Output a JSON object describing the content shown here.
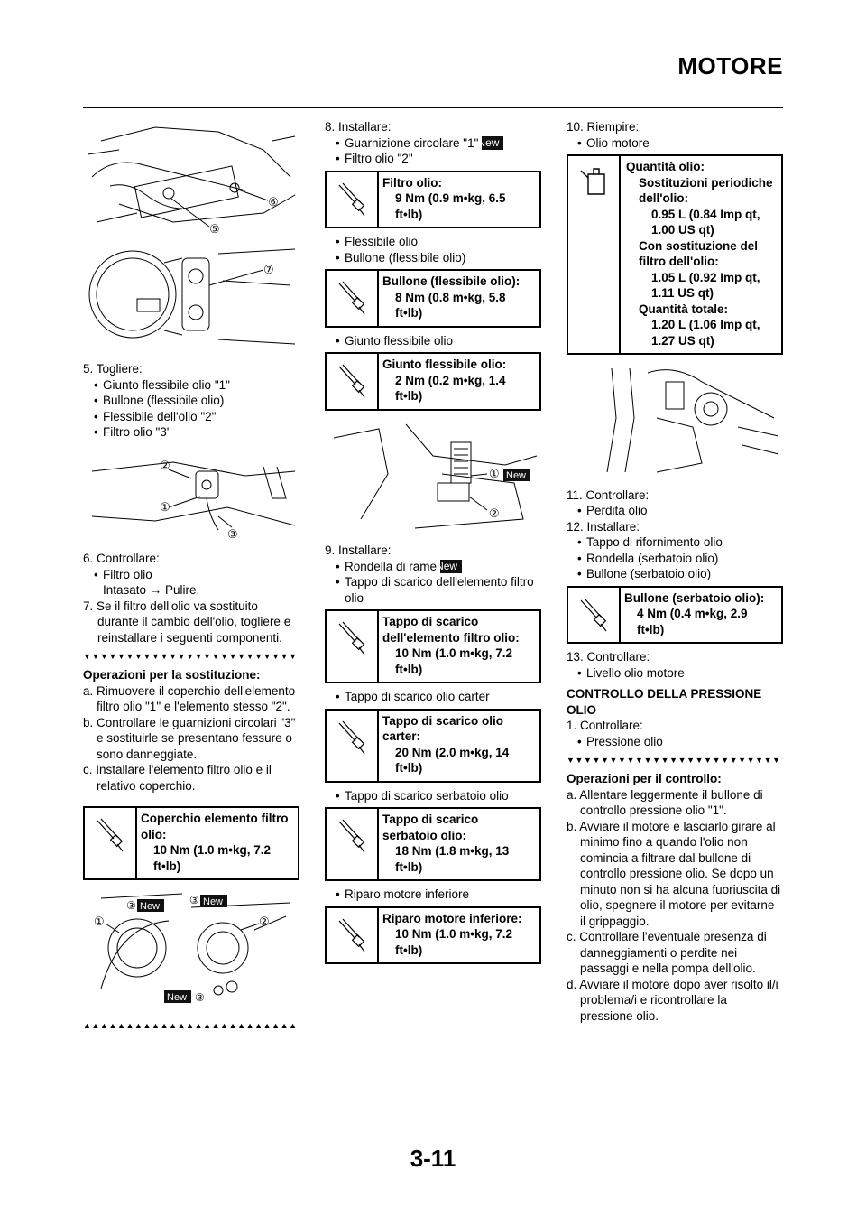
{
  "header": {
    "title": "MOTORE"
  },
  "page_number": "3-11",
  "new_label": "New",
  "col1": {
    "step5": "5. Togliere:",
    "step5_items": [
      "Giunto flessibile olio \"1\"",
      "Bullone (flessibile olio)",
      "Flessibile dell'olio \"2\"",
      "Filtro olio \"3\""
    ],
    "step6": "6. Controllare:",
    "step6_item": "Filtro olio",
    "step6_sub": "Intasato → Pulire.",
    "step7": "7. Se il filtro dell'olio va sostituito durante il cambio dell'olio, togliere e reinstallare i seguenti componenti.",
    "ops_title": "Operazioni per la sostituzione:",
    "ops": [
      "a. Rimuovere il coperchio dell'elemento filtro olio \"1\" e l'elemento stesso \"2\".",
      "b. Controllare le guarnizioni circolari \"3\" e sostituirle se presentano fessure o sono danneggiate.",
      "c. Installare l'elemento filtro olio e il relativo coperchio."
    ],
    "box_title": "Coperchio elemento filtro olio:",
    "box_value": "10 Nm (1.0 m•kg, 7.2 ft•lb)",
    "triangles_down": "▼▼▼▼▼▼▼▼▼▼▼▼▼▼▼▼▼▼▼▼▼▼▼▼▼▼▼",
    "triangles_up": "▲▲▲▲▲▲▲▲▲▲▲▲▲▲▲▲▲▲▲▲▲▲▲▲▲▲▲"
  },
  "col2": {
    "step8": "8. Installare:",
    "step8_items": [
      "Guarnizione circolare \"1\"",
      "Filtro olio \"2\""
    ],
    "box1_title": "Filtro olio:",
    "box1_value": "9 Nm (0.9 m•kg, 6.5 ft•lb)",
    "items2": [
      "Flessibile olio",
      "Bullone (flessibile olio)"
    ],
    "box2_title": "Bullone (flessibile olio):",
    "box2_value": "8 Nm (0.8 m•kg, 5.8 ft•lb)",
    "item3": "Giunto flessibile olio",
    "box3_title": "Giunto flessibile olio:",
    "box3_value": "2 Nm (0.2 m•kg, 1.4 ft•lb)",
    "step9": "9. Installare:",
    "step9_items": [
      "Rondella di rame",
      "Tappo di scarico dell'elemento filtro olio"
    ],
    "box4_title": "Tappo di scarico dell'elemento filtro olio:",
    "box4_value": "10 Nm (1.0 m•kg, 7.2 ft•lb)",
    "item5": "Tappo di scarico olio carter",
    "box5_title": "Tappo di scarico olio carter:",
    "box5_value": "20 Nm (2.0 m•kg, 14 ft•lb)",
    "item6": "Tappo di scarico serbatoio olio",
    "box6_title": "Tappo di scarico serbatoio olio:",
    "box6_value": "18 Nm (1.8 m•kg, 13 ft•lb)",
    "item7": "Riparo motore inferiore",
    "box7_title": "Riparo motore inferiore:",
    "box7_value": "10 Nm (1.0 m•kg, 7.2 ft•lb)"
  },
  "col3": {
    "step10": "10. Riempire:",
    "step10_item": "Olio motore",
    "q_title": "Quantità olio:",
    "q_lines": [
      "Sostituzioni periodiche dell'olio:",
      "0.95 L (0.84 Imp qt, 1.00 US qt)",
      "Con sostituzione del filtro dell'olio:",
      "1.05 L (0.92 Imp qt, 1.11 US qt)",
      "Quantità totale:",
      "1.20 L (1.06 Imp qt, 1.27 US qt)"
    ],
    "step11": "11. Controllare:",
    "step11_item": "Perdita olio",
    "step12": "12. Installare:",
    "step12_items": [
      "Tappo di rifornimento olio",
      "Rondella (serbatoio olio)",
      "Bullone (serbatoio olio)"
    ],
    "box_title": "Bullone (serbatoio olio):",
    "box_value": "4 Nm (0.4 m•kg, 2.9 ft•lb)",
    "step13": "13. Controllare:",
    "step13_item": "Livello olio motore",
    "section_title": "CONTROLLO DELLA PRESSIONE OLIO",
    "s1": "1. Controllare:",
    "s1_item": "Pressione olio",
    "ops_title": "Operazioni per il controllo:",
    "ops": [
      "a. Allentare leggermente il bullone di controllo pressione olio \"1\".",
      "b. Avviare il motore e lasciarlo girare al minimo fino a quando l'olio non comincia a filtrare dal bullone di controllo pressione olio. Se dopo un minuto non si ha alcuna fuoriuscita di olio, spegnere il motore per evitarne il grippaggio.",
      "c. Controllare l'eventuale presenza di danneggiamenti o perdite nei passaggi e nella pompa dell'olio.",
      "d. Avviare il motore dopo aver risolto il/i problema/i e ricontrollare la pressione olio."
    ],
    "triangles_down": "▼▼▼▼▼▼▼▼▼▼▼▼▼▼▼▼▼▼▼▼▼▼▼▼▼▼▼"
  },
  "figures": {
    "fig1_labels": [
      "⑥",
      "⑤"
    ],
    "fig2_labels": [
      "⑦"
    ],
    "fig3_labels": [
      "②",
      "①",
      "③"
    ],
    "fig4_labels": [
      "①",
      "③",
      "③",
      "②",
      "③"
    ],
    "fig5_labels": [
      "①",
      "②"
    ]
  }
}
